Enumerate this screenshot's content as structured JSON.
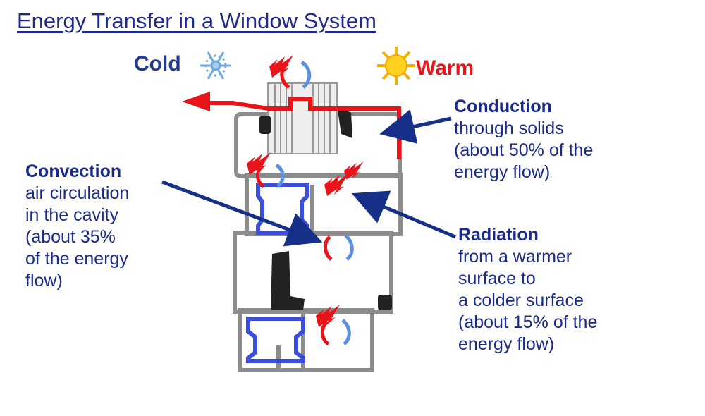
{
  "title": "Energy Transfer in a Window System",
  "sides": {
    "cold": "Cold",
    "warm": "Warm"
  },
  "conduction": {
    "heading": "Conduction",
    "lines": [
      "through solids",
      "(about 50% of the",
      "energy flow)"
    ]
  },
  "convection": {
    "heading": "Convection",
    "lines": [
      "air circulation",
      "in the cavity",
      "(about 35%",
      "of the energy",
      "flow)"
    ]
  },
  "radiation": {
    "heading": "Radiation",
    "lines": [
      "from a warmer",
      "surface to",
      "a colder surface",
      "(about 15% of the",
      "energy flow)"
    ]
  },
  "colors": {
    "text": "#1a2a8a",
    "heat_path": "#e8141a",
    "frame": "#8c8c8c",
    "thermal_break": "#3b4fd8",
    "seal": "#222222",
    "arrow": "#16308a"
  },
  "icons": [
    "snowflake-icon",
    "sun-icon",
    "lightning-heat-icon",
    "circulation-arrows-icon"
  ]
}
